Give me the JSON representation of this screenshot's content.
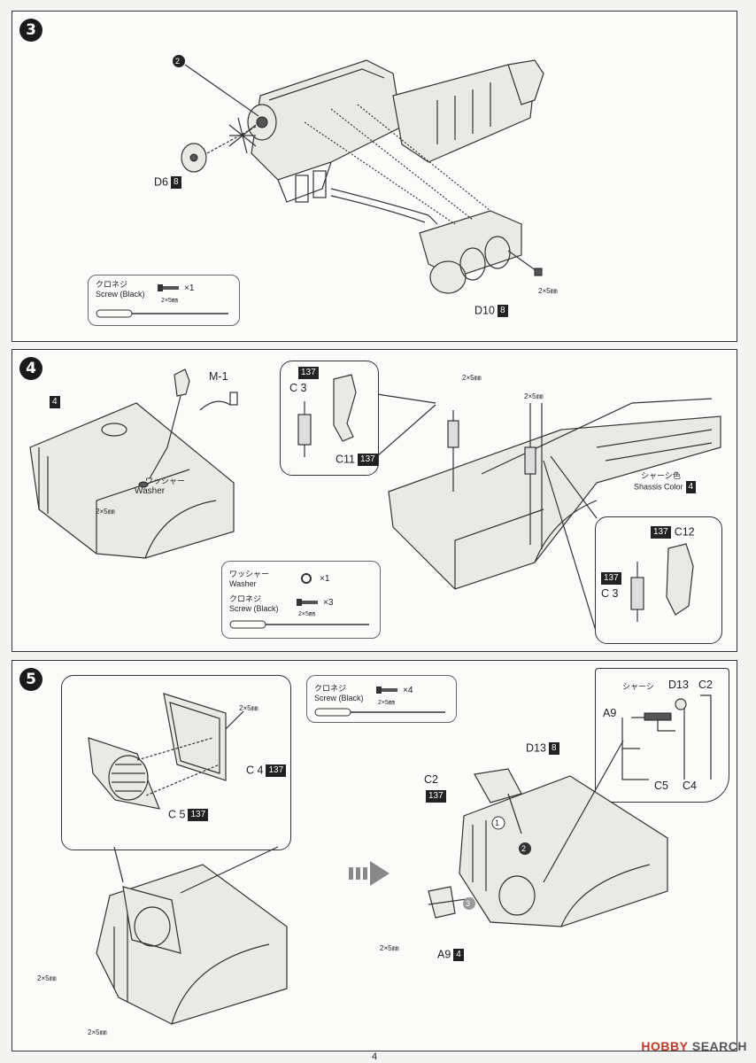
{
  "page_number": "4",
  "watermark": {
    "brand": "HOBBY",
    "suffix": "SEARCH"
  },
  "step3": {
    "number": "3",
    "circled_ref": "2",
    "part_d6": "D6",
    "part_d6_color": "8",
    "part_d10": "D10",
    "part_d10_color": "8",
    "screw_size": "2×5㎜",
    "tool": {
      "jp": "クロネジ",
      "en": "Screw (Black)",
      "qty": "×1",
      "size": "2×5㎜"
    }
  },
  "step4": {
    "number": "4",
    "chassis_color_ref": "4",
    "part_m1": "M-1",
    "washer_jp": "ワッシャー",
    "washer_en": "Washer",
    "screw_size_left": "2×5㎜",
    "callout_left": {
      "color_top": "137",
      "part_c3": "C 3",
      "part_c11": "C11",
      "part_c11_color": "137"
    },
    "screw_size_top": "2×5㎜",
    "screw_size_mid": "2×5㎜",
    "chassis_jp": "シャーシ色",
    "chassis_en": "Shassis Color",
    "chassis_color": "4",
    "callout_right": {
      "color_top": "137",
      "part_c12": "C12",
      "color_mid": "137",
      "part_c3": "C 3"
    },
    "tool": {
      "washer_jp": "ワッシャー",
      "washer_en": "Washer",
      "washer_qty": "×1",
      "screw_jp": "クロネジ",
      "screw_en": "Screw (Black)",
      "screw_qty": "×3",
      "size": "2×5㎜"
    }
  },
  "step5": {
    "number": "5",
    "callout": {
      "screw_size": "2×5㎜",
      "part_c4": "C 4",
      "part_c4_color": "137",
      "part_c5": "C 5",
      "part_c5_color": "137"
    },
    "tool": {
      "jp": "クロネジ",
      "en": "Screw (Black)",
      "qty": "×4",
      "size": "2×5㎜"
    },
    "detail": {
      "chassis_jp": "シャーシ",
      "d13": "D13",
      "c2": "C2",
      "a9": "A9",
      "c5": "C5",
      "c4": "C4"
    },
    "part_d13": "D13",
    "part_d13_color": "8",
    "part_c2": "C2",
    "part_c2_color": "137",
    "seq1": "1",
    "seq2": "2",
    "seq3": "3",
    "screw_size_right": "2×5㎜",
    "part_a9": "A9",
    "part_a9_color": "4",
    "screw_size_left1": "2×5㎜",
    "screw_size_left2": "2×5㎜"
  }
}
